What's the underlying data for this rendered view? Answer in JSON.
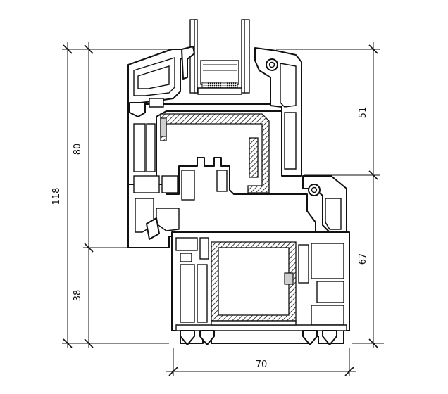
{
  "dimensions": {
    "total_height": "118",
    "frame_height": "80",
    "lower_height": "38",
    "upper_right": "51",
    "lower_right": "67",
    "width": "70"
  }
}
